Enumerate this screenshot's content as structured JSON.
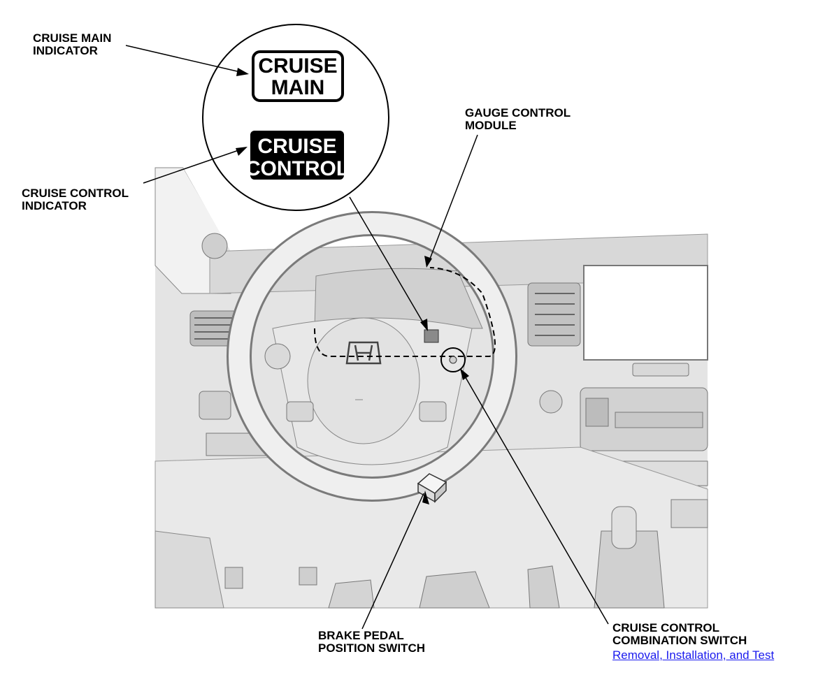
{
  "labels": {
    "cruise_main_indicator": [
      "CRUISE MAIN",
      "INDICATOR"
    ],
    "cruise_control_indicator": [
      "CRUISE CONTROL",
      "INDICATOR"
    ],
    "gauge_control_module": [
      "GAUGE CONTROL",
      "MODULE"
    ],
    "brake_pedal_position_switch": [
      "BRAKE PEDAL",
      "POSITION SWITCH"
    ],
    "cruise_control_combination_switch": [
      "CRUISE CONTROL",
      "COMBINATION SWITCH"
    ]
  },
  "link": {
    "text": "Removal, Installation, and Test"
  },
  "indicators": {
    "cruise_main": [
      "CRUISE",
      "MAIN"
    ],
    "cruise_control": [
      "CRUISE",
      "CONTROL"
    ]
  },
  "colors": {
    "line": "#000000",
    "dash_bg": "#dcdcdc",
    "dash_light": "#efefef",
    "link": "#1a1aee"
  }
}
